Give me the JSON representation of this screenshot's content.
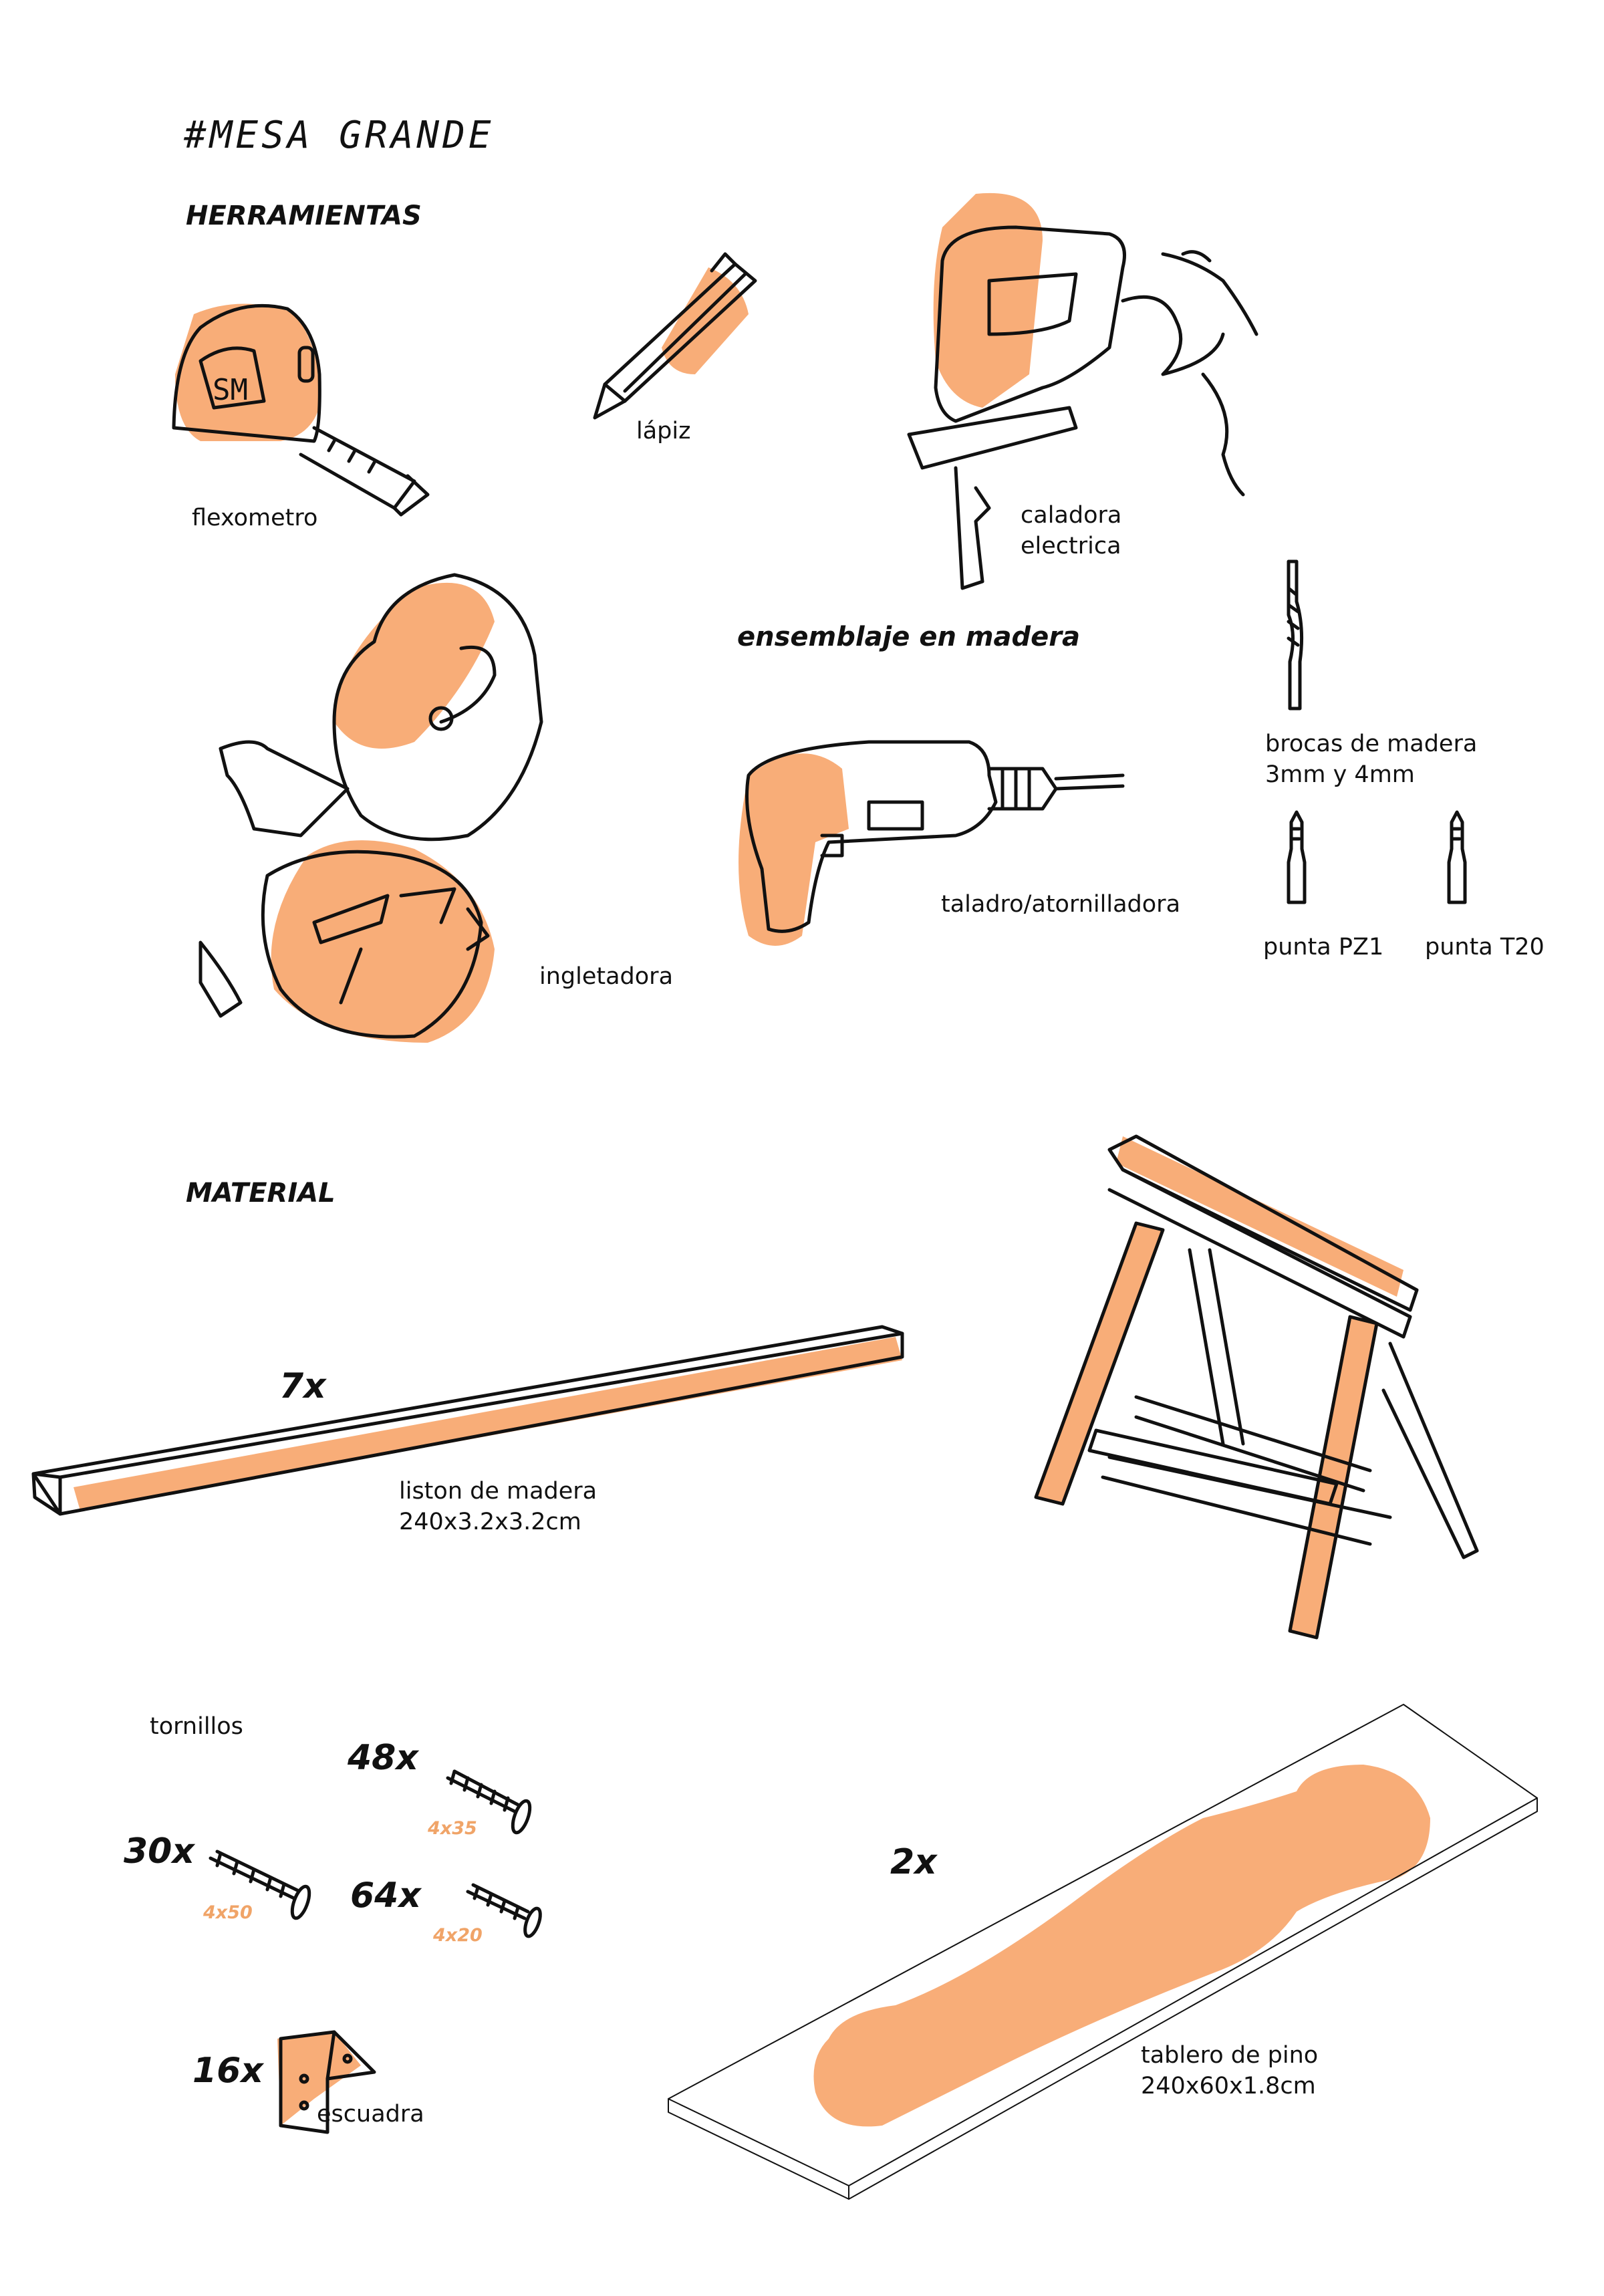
{
  "colors": {
    "accent": "#f8ad78",
    "ink": "#111111",
    "spec": "#f0a468"
  },
  "title": "#MESA GRANDE",
  "sections": {
    "tools": "HERRAMIENTAS",
    "material": "MATERIAL"
  },
  "tools": {
    "flexometro": "flexometro",
    "lapiz": "lápiz",
    "caladora": [
      "caladora",
      "electrica"
    ],
    "ensemblaje": "ensemblaje en madera",
    "brocas": [
      "brocas de madera",
      "3mm y 4mm"
    ],
    "ingletadora": "ingletadora",
    "taladro": "taladro/atornilladora",
    "punta_pz1": "punta PZ1",
    "punta_t20": "punta T20"
  },
  "materials": {
    "liston": {
      "qty": "7x",
      "label": [
        "liston de madera",
        "240x3.2x3.2cm"
      ]
    },
    "tornillos": {
      "label": "tornillos",
      "items": [
        {
          "qty": "48x",
          "spec": "4x35"
        },
        {
          "qty": "30x",
          "spec": "4x50"
        },
        {
          "qty": "64x",
          "spec": "4x20"
        }
      ]
    },
    "escuadra": {
      "qty": "16x",
      "label": "escuadra"
    },
    "tablero": {
      "qty": "2x",
      "label": [
        "tablero de pino",
        "240x60x1.8cm"
      ]
    }
  },
  "icons": [
    "tape-measure-icon",
    "pencil-icon",
    "jigsaw-icon",
    "drill-bit-icon",
    "miter-saw-icon",
    "drill-icon",
    "screwdriver-bit-icon",
    "wood-plank-icon",
    "sawhorse-icon",
    "screw-icon",
    "corner-bracket-icon",
    "pine-board-icon"
  ]
}
